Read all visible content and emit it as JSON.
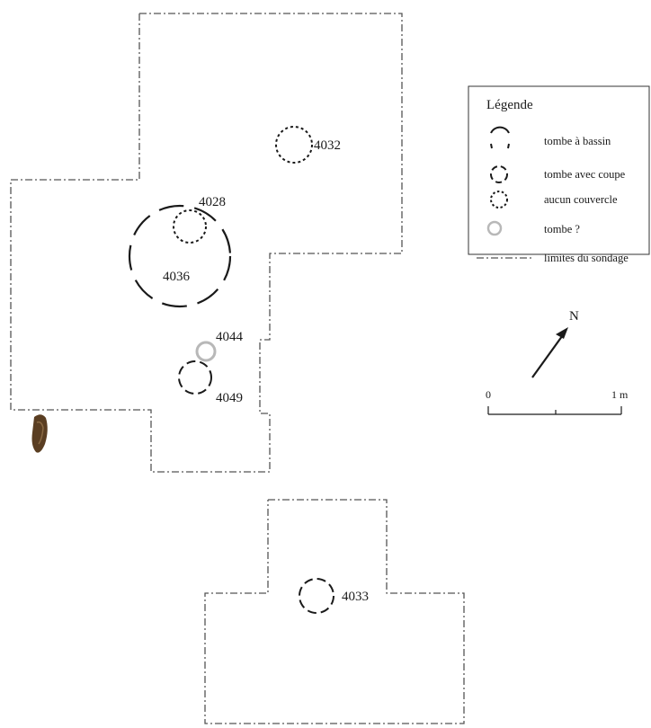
{
  "labels": {
    "t4032": "4032",
    "t4028": "4028",
    "t4036": "4036",
    "t4044": "4044",
    "t4049": "4049",
    "t4033": "4033"
  },
  "legend": {
    "title": "Légende",
    "items": [
      {
        "label": "tombe à bassin",
        "symbol": "circle-long-dash"
      },
      {
        "label": "tombe avec coupe",
        "symbol": "circle-dash"
      },
      {
        "label": "aucun couvercle",
        "symbol": "circle-dot"
      },
      {
        "label": "tombe ?",
        "symbol": "circle-grey"
      },
      {
        "label": "limites du sondage",
        "symbol": "dash-dot-line"
      }
    ]
  },
  "north": {
    "label": "N"
  },
  "scale": {
    "start": "0",
    "end": "1 m"
  },
  "colors": {
    "ink": "#1a1a1a",
    "boundary": "#555555",
    "uncertain_grave": "#b8b8b8",
    "artifact": "#5a3e22"
  }
}
